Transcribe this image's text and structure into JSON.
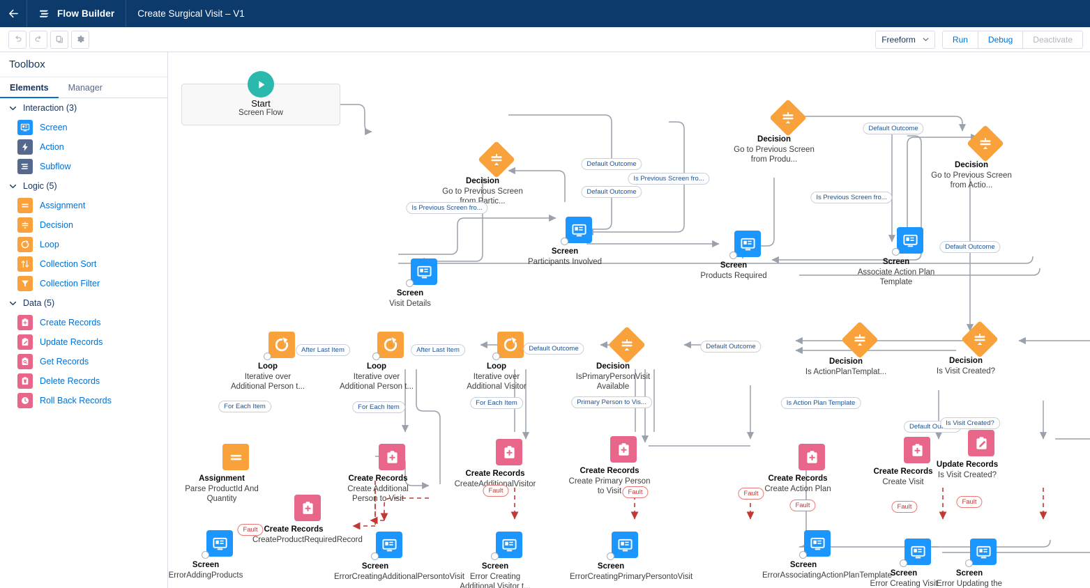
{
  "header": {
    "back_icon": "arrow-left-icon",
    "brand_icon": "flow-builder-icon",
    "brand": "Flow Builder",
    "title": "Create Surgical Visit – V1"
  },
  "toolbar": {
    "undo_icon": "undo-icon",
    "redo_icon": "redo-icon",
    "copy_icon": "copy-icon",
    "settings_icon": "gear-icon",
    "layout_mode": "Freeform",
    "run_label": "Run",
    "debug_label": "Debug",
    "deactivate_label": "Deactivate"
  },
  "sidebar": {
    "title": "Toolbox",
    "tabs": [
      {
        "label": "Elements",
        "active": true
      },
      {
        "label": "Manager",
        "active": false
      }
    ],
    "sections": [
      {
        "label": "Interaction (3)",
        "items": [
          {
            "label": "Screen",
            "icon": "screen-icon",
            "color": "#1b96ff"
          },
          {
            "label": "Action",
            "icon": "action-icon",
            "color": "#54698d"
          },
          {
            "label": "Subflow",
            "icon": "subflow-icon",
            "color": "#54698d"
          }
        ]
      },
      {
        "label": "Logic (5)",
        "items": [
          {
            "label": "Assignment",
            "icon": "assignment-icon",
            "color": "#f9a13a"
          },
          {
            "label": "Decision",
            "icon": "decision-icon",
            "color": "#f9a13a"
          },
          {
            "label": "Loop",
            "icon": "loop-icon",
            "color": "#f9a13a"
          },
          {
            "label": "Collection Sort",
            "icon": "collection-sort-icon",
            "color": "#f9a13a"
          },
          {
            "label": "Collection Filter",
            "icon": "collection-filter-icon",
            "color": "#f9a13a"
          }
        ]
      },
      {
        "label": "Data (5)",
        "items": [
          {
            "label": "Create Records",
            "icon": "create-records-icon",
            "color": "#e8668a"
          },
          {
            "label": "Update Records",
            "icon": "update-records-icon",
            "color": "#e8668a"
          },
          {
            "label": "Get Records",
            "icon": "get-records-icon",
            "color": "#e8668a"
          },
          {
            "label": "Delete Records",
            "icon": "delete-records-icon",
            "color": "#e8668a"
          },
          {
            "label": "Roll Back Records",
            "icon": "rollback-records-icon",
            "color": "#e8668a"
          }
        ]
      }
    ]
  },
  "canvas": {
    "start": {
      "title": "Start",
      "subtitle": "Screen Flow"
    },
    "nodes": [
      {
        "id": "n1",
        "kind": "decision",
        "type": "Decision",
        "name": "Go to Previous Screen from Partic..."
      },
      {
        "id": "n2",
        "kind": "decision",
        "type": "Decision",
        "name": "Go to Previous Screen from Produ..."
      },
      {
        "id": "n3",
        "kind": "decision",
        "type": "Decision",
        "name": "Go to Previous Screen from Actio..."
      },
      {
        "id": "n4",
        "kind": "screen",
        "type": "Screen",
        "name": "Participants Involved"
      },
      {
        "id": "n5",
        "kind": "screen",
        "type": "Screen",
        "name": "Visit Details"
      },
      {
        "id": "n6",
        "kind": "screen",
        "type": "Screen",
        "name": "Products Required"
      },
      {
        "id": "n7",
        "kind": "screen",
        "type": "Screen",
        "name": "Associate Action Plan Template"
      },
      {
        "id": "n8",
        "kind": "loop",
        "type": "Loop",
        "name": "Iterative over Additional Person t..."
      },
      {
        "id": "n9",
        "kind": "loop",
        "type": "Loop",
        "name": "Iterative over Additional Person t..."
      },
      {
        "id": "n10",
        "kind": "loop",
        "type": "Loop",
        "name": "Iterative over Additional Visitor"
      },
      {
        "id": "n11",
        "kind": "decision",
        "type": "Decision",
        "name": "IsPrimaryPersonVisit Available"
      },
      {
        "id": "n12",
        "kind": "decision",
        "type": "Decision",
        "name": "Is ActionPlanTemplat..."
      },
      {
        "id": "n13",
        "kind": "decision",
        "type": "Decision",
        "name": "Is Visit Created?"
      },
      {
        "id": "n14",
        "kind": "assign",
        "type": "Assignment",
        "name": "Parse ProductId And Quantity"
      },
      {
        "id": "n15",
        "kind": "records",
        "type": "Create Records",
        "name": "CreateProductRequiredRecord"
      },
      {
        "id": "n16",
        "kind": "records",
        "type": "Create Records",
        "name": "Create Additional Person to Visit"
      },
      {
        "id": "n17",
        "kind": "records",
        "type": "Create Records",
        "name": "CreateAdditionalVisitor"
      },
      {
        "id": "n18",
        "kind": "records",
        "type": "Create Records",
        "name": "Create Primary Person to Visit"
      },
      {
        "id": "n19",
        "kind": "records",
        "type": "Create Records",
        "name": "Create Action Plan"
      },
      {
        "id": "n20",
        "kind": "records",
        "type": "Create Records",
        "name": "Create Visit"
      },
      {
        "id": "n21",
        "kind": "update",
        "type": "Update Records",
        "name": "Is Visit Created?"
      },
      {
        "id": "n22",
        "kind": "screen",
        "type": "Screen",
        "name": "ErrorAddingProducts"
      },
      {
        "id": "n23",
        "kind": "screen",
        "type": "Screen",
        "name": "ErrorCreatingAdditionalPersontoVisit"
      },
      {
        "id": "n24",
        "kind": "screen",
        "type": "Screen",
        "name": "Error Creating Additional Visitor t..."
      },
      {
        "id": "n25",
        "kind": "screen",
        "type": "Screen",
        "name": "ErrorCreatingPrimaryPersontoVisit"
      },
      {
        "id": "n26",
        "kind": "screen",
        "type": "Screen",
        "name": "ErrorAssociatingActionPlanTemplate"
      },
      {
        "id": "n27",
        "kind": "screen",
        "type": "Screen",
        "name": "Error Creating Visit"
      },
      {
        "id": "n28",
        "kind": "screen",
        "type": "Screen",
        "name": "Error Updating the Visit"
      }
    ],
    "connector_labels": [
      {
        "id": "l1",
        "text": "Default Outcome"
      },
      {
        "id": "l2",
        "text": "Is Previous Screen fro..."
      },
      {
        "id": "l3",
        "text": "Default Outcome"
      },
      {
        "id": "l4",
        "text": "Is Previous Screen fro..."
      },
      {
        "id": "l5",
        "text": "Is Previous Screen fro..."
      },
      {
        "id": "l6",
        "text": "Default Outcome"
      },
      {
        "id": "l7",
        "text": "Default Outcome"
      },
      {
        "id": "l8",
        "text": "After Last Item"
      },
      {
        "id": "l9",
        "text": "After Last Item"
      },
      {
        "id": "l10",
        "text": "Default Outcome"
      },
      {
        "id": "l11",
        "text": "Default Outcome"
      },
      {
        "id": "l12",
        "text": "For Each Item"
      },
      {
        "id": "l13",
        "text": "For Each Item"
      },
      {
        "id": "l14",
        "text": "For Each Item"
      },
      {
        "id": "l15",
        "text": "Primary Person to Vis..."
      },
      {
        "id": "l16",
        "text": "Is Action Plan Template"
      },
      {
        "id": "l17",
        "text": "Default Outco..."
      },
      {
        "id": "l18",
        "text": "Is Visit Created?"
      },
      {
        "id": "l19",
        "text": "Fault"
      },
      {
        "id": "l20",
        "text": "Fault"
      },
      {
        "id": "l21",
        "text": "Fault"
      },
      {
        "id": "l22",
        "text": "Fault"
      },
      {
        "id": "l23",
        "text": "Fault"
      },
      {
        "id": "l24",
        "text": "Fault"
      },
      {
        "id": "l25",
        "text": "Fault"
      }
    ]
  },
  "colors": {
    "header_bg": "#0b3a6b",
    "screen": "#1b96ff",
    "records": "#e8668a",
    "logic": "#f9a13a",
    "start": "#2bb9ae",
    "link": "#0070d2",
    "fault": "#c23934"
  }
}
